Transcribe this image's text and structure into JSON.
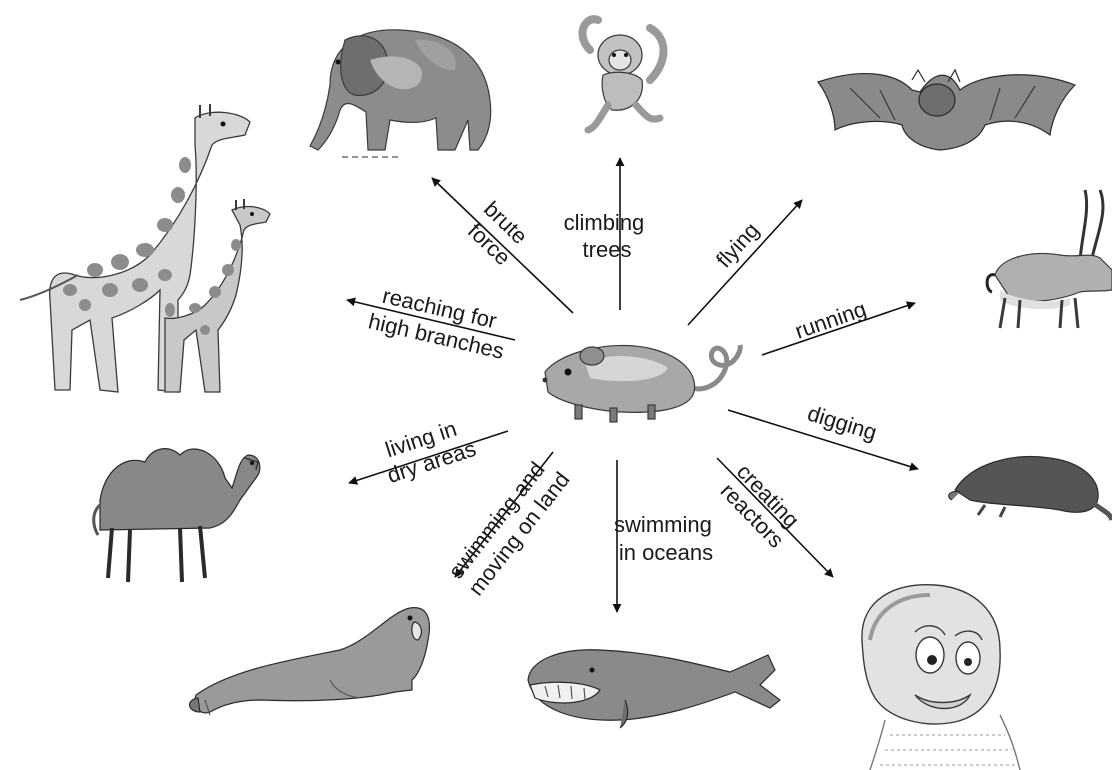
{
  "colors": {
    "arrow": "#111111",
    "animal_light": "#c9c9c9",
    "animal_mid": "#9a9a9a",
    "animal_dark": "#6e6e6e",
    "outline": "#3a3a3a"
  },
  "center": {
    "animal": "mouse-icon"
  },
  "branches": [
    {
      "id": "brute-force",
      "label_lines": [
        "brute",
        "force"
      ],
      "animal": "elephant-icon"
    },
    {
      "id": "climbing-trees",
      "label_lines": [
        "climbing",
        "trees"
      ],
      "animal": "monkey-icon"
    },
    {
      "id": "flying",
      "label_lines": [
        "flying"
      ],
      "animal": "bat-icon"
    },
    {
      "id": "running",
      "label_lines": [
        "running"
      ],
      "animal": "antelope-icon"
    },
    {
      "id": "digging",
      "label_lines": [
        "digging"
      ],
      "animal": "mole-icon"
    },
    {
      "id": "creating-reactors",
      "label_lines": [
        "creating",
        "reactors"
      ],
      "animal": "human-face-icon"
    },
    {
      "id": "swimming-in-oceans",
      "label_lines": [
        "swimming",
        "in oceans"
      ],
      "animal": "whale-icon"
    },
    {
      "id": "swimming-and-moving-on-land",
      "label_lines": [
        "swimming and",
        "moving on land"
      ],
      "animal": "seal-icon"
    },
    {
      "id": "living-in-dry-areas",
      "label_lines": [
        "living in",
        "dry areas"
      ],
      "animal": "camel-icon"
    },
    {
      "id": "reaching-for-high-branches",
      "label_lines": [
        "reaching for",
        "high branches"
      ],
      "animal": "giraffe-icon"
    }
  ]
}
